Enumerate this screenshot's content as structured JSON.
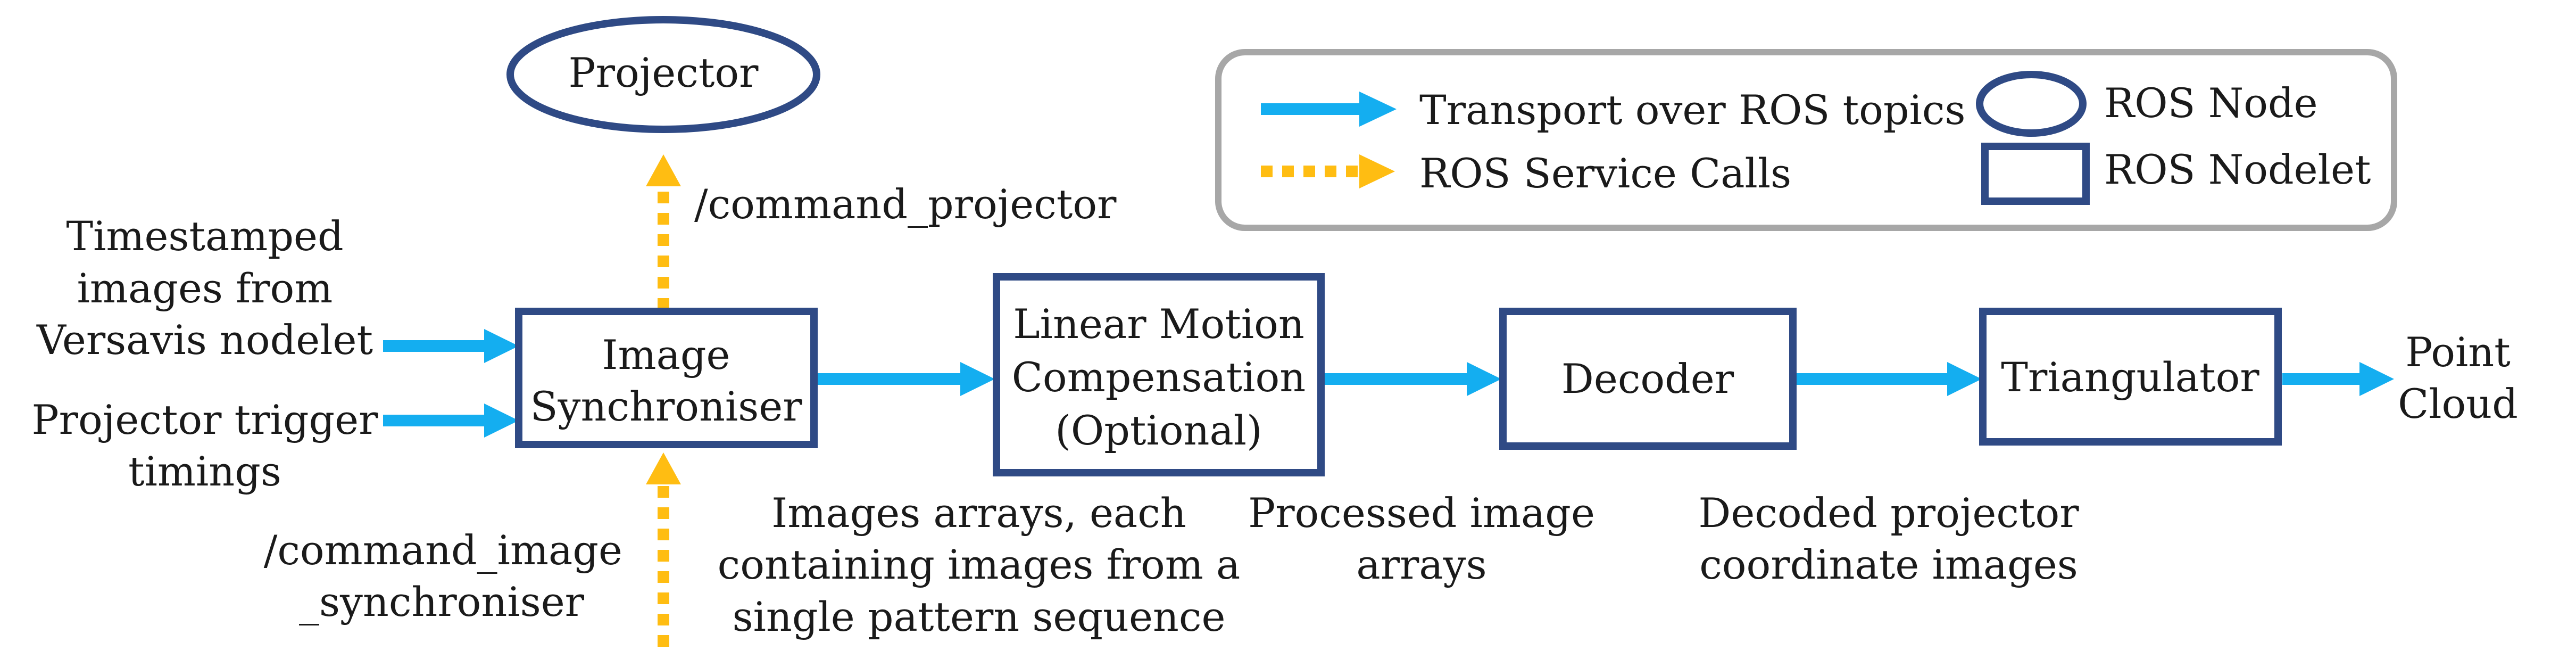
{
  "colors": {
    "node_border": "#2f4a85",
    "topic_arrow": "#14aef0",
    "service_arrow": "#ffbd12",
    "legend_border": "#a7a7a7",
    "text": "#1a1a1a"
  },
  "nodes": {
    "projector": {
      "label": "Projector",
      "shape": "ellipse"
    },
    "image_synchroniser": {
      "lines": [
        "Image",
        "Synchroniser"
      ],
      "shape": "rectangle"
    },
    "linear_motion_compensation": {
      "lines": [
        "Linear Motion",
        "Compensation",
        "(Optional)"
      ],
      "shape": "rectangle"
    },
    "decoder": {
      "label": "Decoder",
      "shape": "rectangle"
    },
    "triangulator": {
      "label": "Triangulator",
      "shape": "rectangle"
    }
  },
  "inputs": {
    "timestamped_images": {
      "lines": [
        "Timestamped",
        "images from",
        "Versavis nodelet"
      ]
    },
    "projector_trigger": {
      "lines": [
        "Projector trigger",
        "timings"
      ]
    }
  },
  "output": {
    "lines": [
      "Point",
      "Cloud"
    ]
  },
  "services": {
    "command_projector": {
      "label": "/command_projector"
    },
    "command_image_synchroniser": {
      "lines": [
        "/command_image",
        "_synchroniser"
      ]
    }
  },
  "edge_labels": {
    "images_arrays": {
      "lines": [
        "Images arrays, each",
        "containing images from a",
        "single pattern sequence"
      ]
    },
    "processed_arrays": {
      "lines": [
        "Processed image",
        "arrays"
      ]
    },
    "decoded_images": {
      "lines": [
        "Decoded projector",
        "coordinate images"
      ]
    }
  },
  "legend": {
    "transport_topics": "Transport over ROS topics",
    "service_calls": "ROS Service Calls",
    "ros_node": "ROS Node",
    "ros_nodelet": "ROS Nodelet"
  }
}
